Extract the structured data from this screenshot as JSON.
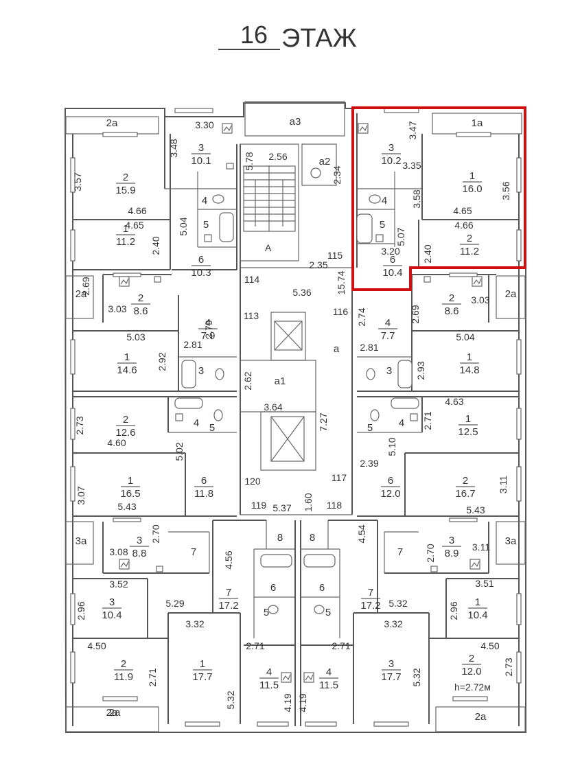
{
  "title": {
    "number": "16",
    "word": "ЭТАЖ"
  },
  "highlight_color": "#d01010",
  "ceiling_height": "h=2.72м",
  "icons": [
    "stair-icon",
    "elevator-icon",
    "bathtub-icon",
    "toilet-icon",
    "sink-icon",
    "stove-icon",
    "vent-icon"
  ],
  "rooms": [
    {
      "num": "2",
      "area": "15.9"
    },
    {
      "num": "1",
      "area": "11.2"
    },
    {
      "num": "3",
      "area": "10.1"
    },
    {
      "num": "4",
      "area": ""
    },
    {
      "num": "5",
      "area": ""
    },
    {
      "num": "6",
      "area": "10.3"
    },
    {
      "num": "2",
      "area": "8.6"
    },
    {
      "num": "4",
      "area": "7.9"
    },
    {
      "num": "1",
      "area": "14.6"
    },
    {
      "num": "3",
      "area": ""
    },
    {
      "num": "2",
      "area": "12.6"
    },
    {
      "num": "4",
      "area": ""
    },
    {
      "num": "5",
      "area": ""
    },
    {
      "num": "1",
      "area": "16.5"
    },
    {
      "num": "6",
      "area": "11.8"
    },
    {
      "num": "3",
      "area": "8.8"
    },
    {
      "num": "7",
      "area": ""
    },
    {
      "num": "3",
      "area": "10.4"
    },
    {
      "num": "7",
      "area": "17.2"
    },
    {
      "num": "2",
      "area": "11.9"
    },
    {
      "num": "1",
      "area": "17.7"
    },
    {
      "num": "8",
      "area": ""
    },
    {
      "num": "6",
      "area": ""
    },
    {
      "num": "5",
      "area": ""
    },
    {
      "num": "4",
      "area": "11.5"
    },
    {
      "num": "3",
      "area": "10.2"
    },
    {
      "num": "1",
      "area": "16.0"
    },
    {
      "num": "4",
      "area": ""
    },
    {
      "num": "5",
      "area": ""
    },
    {
      "num": "2",
      "area": "11.2"
    },
    {
      "num": "6",
      "area": "10.4"
    },
    {
      "num": "2",
      "area": "8.6"
    },
    {
      "num": "4",
      "area": "7.7"
    },
    {
      "num": "3",
      "area": ""
    },
    {
      "num": "1",
      "area": "14.8"
    },
    {
      "num": "5",
      "area": ""
    },
    {
      "num": "4",
      "area": ""
    },
    {
      "num": "1",
      "area": "12.5"
    },
    {
      "num": "6",
      "area": "12.0"
    },
    {
      "num": "2",
      "area": "16.7"
    },
    {
      "num": "8",
      "area": ""
    },
    {
      "num": "6",
      "area": ""
    },
    {
      "num": "7",
      "area": "17.2"
    },
    {
      "num": "7",
      "area": ""
    },
    {
      "num": "3",
      "area": "8.9"
    },
    {
      "num": "1",
      "area": "10.4"
    },
    {
      "num": "5",
      "area": ""
    },
    {
      "num": "3",
      "area": "17.7"
    },
    {
      "num": "2",
      "area": "12.0"
    },
    {
      "num": "4",
      "area": "11.5"
    }
  ],
  "common_labels": [
    "a3",
    "a2",
    "A",
    "a",
    "a1",
    "1a",
    "2a",
    "2a",
    "2a",
    "2a",
    "2a",
    "3a",
    "3a",
    "2a"
  ],
  "corridor_numbers": [
    "114",
    "113",
    "120",
    "119",
    "118",
    "117",
    "116",
    "115"
  ],
  "dimensions": [
    "3.30",
    "3.48",
    "5.78",
    "2.56",
    "2.34",
    "3.57",
    "4.66",
    "4.65",
    "5.04",
    "2.40",
    "2.35",
    "5.36",
    "2.69",
    "3.03",
    "2.81",
    "2.79",
    "5.03",
    "2.92",
    "2.62",
    "3.64",
    "7.27",
    "2.73",
    "4.60",
    "5.02",
    "3.07",
    "5.43",
    "5.37",
    "1.60",
    "2.70",
    "3.08",
    "4.56",
    "3.52",
    "5.29",
    "2.96",
    "3.32",
    "2.71",
    "4.50",
    "2.71",
    "5.32",
    "4.19",
    "3.47",
    "3.35",
    "3.58",
    "3.56",
    "4.65",
    "4.66",
    "5.07",
    "3.20",
    "2.40",
    "15.74",
    "2.74",
    "2.69",
    "3.03",
    "5.04",
    "2.81",
    "2.93",
    "4.63",
    "2.71",
    "5.10",
    "2.39",
    "3.11",
    "5.43",
    "4.54",
    "2.70",
    "3.11",
    "3.51",
    "5.32",
    "2.96",
    "3.32",
    "2.71",
    "4.50",
    "2.73",
    "5.32",
    "4.19"
  ]
}
